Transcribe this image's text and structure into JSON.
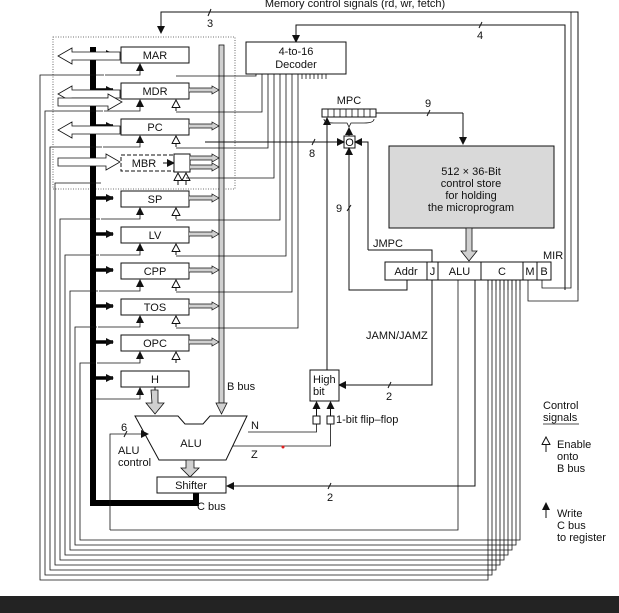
{
  "title": "Mic-1 microarchitecture datapath",
  "top_label": "Memory control signals (rd, wr, fetch)",
  "bus_widths": {
    "mem_ctrl": "3",
    "decoder_in": "4",
    "mpc_out": "9",
    "mbr_to_or": "8",
    "addr_to_mpc": "9",
    "jam": "2",
    "shift": "2",
    "alu_ctrl": "6"
  },
  "registers": [
    "MAR",
    "MDR",
    "PC",
    "MBR",
    "SP",
    "LV",
    "CPP",
    "TOS",
    "OPC",
    "H"
  ],
  "decoder": {
    "line1": "4-to-16",
    "line2": "Decoder"
  },
  "mpc_label": "MPC",
  "or_label": "O",
  "control_store": {
    "lines": [
      "512 × 36-Bit",
      "control store",
      "for holding",
      "the microprogram"
    ]
  },
  "mir": {
    "label": "MIR",
    "fields": [
      "Addr",
      "J",
      "ALU",
      "C",
      "M",
      "B"
    ]
  },
  "jmpc_label": "JMPC",
  "jam_label": "JAMN/JAMZ",
  "high_bit": {
    "line1": "High",
    "line2": "bit"
  },
  "flipflop_label": "1-bit flip–flop",
  "alu": {
    "label": "ALU",
    "n": "N",
    "z": "Z",
    "ctrl1": "ALU",
    "ctrl2": "control"
  },
  "shifter_label": "Shifter",
  "b_bus_label": "B bus",
  "c_bus_label": "C bus",
  "legend": {
    "title1": "Control",
    "title2": "signals",
    "enable": [
      "Enable",
      "onto",
      "B bus"
    ],
    "write": [
      "Write",
      "C bus",
      "to register"
    ]
  },
  "colors": {
    "line": "#111111",
    "bus_fill": "#d0d0d0",
    "store_fill": "#d9d9d9",
    "footer": "#232323",
    "dot": "#f3c945"
  }
}
